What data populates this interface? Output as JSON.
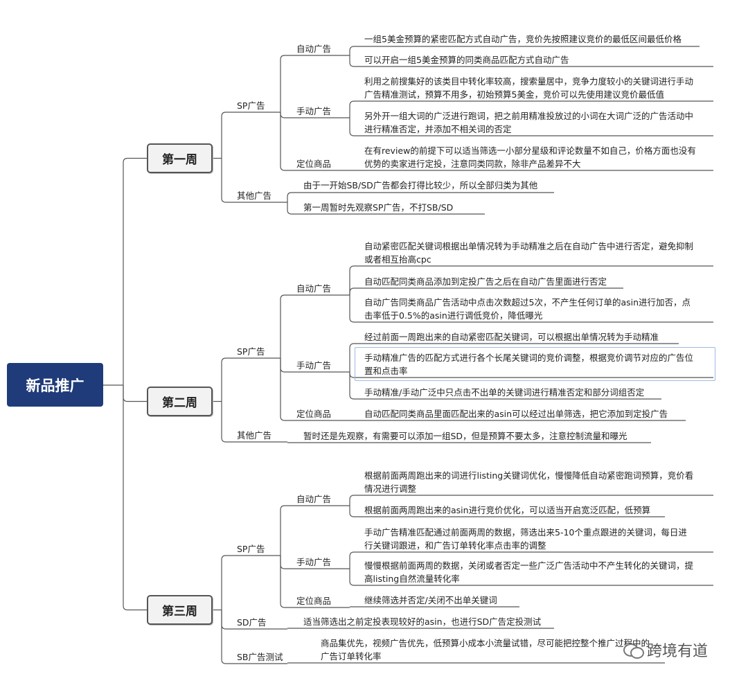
{
  "root": {
    "label": "新品推广"
  },
  "weeks": [
    {
      "label": "第一周",
      "categories": [
        {
          "label": "SP广告",
          "groups": [
            {
              "label": "自动广告",
              "items": [
                "一组5美金预算的紧密匹配方式自动广告，竞价先按照建议竞价的最低区间最低价格",
                "可以开启一组5美金预算的同类商品匹配方式自动广告"
              ]
            },
            {
              "label": "手动广告",
              "items": [
                "利用之前搜集好的该类目中转化率较高，搜索量居中，竞争力度较小的关键词进行手动\n广告精准测试，预算不用多，初始预算5美金，竞价可以先使用建议竞价最低值",
                "另外开一组大词的广泛进行跑词，把之前用精准投放过的小词在大词广泛的广告活动中\n进行精准否定，并添加不相关词的否定"
              ]
            },
            {
              "label": "定位商品",
              "items": [
                "在有review的前提下可以适当筛选一小部分星级和评论数量不如自己，价格方面也没有\n优势的卖家进行定投，注意同类同款，除非产品差异不大"
              ]
            }
          ]
        },
        {
          "label": "其他广告",
          "items": [
            "由于一开始SB/SD广告都会打得比较少，所以全部归类为其他",
            "第一周暂时先观察SP广告，不打SB/SD"
          ]
        }
      ]
    },
    {
      "label": "第二周",
      "categories": [
        {
          "label": "SP广告",
          "groups": [
            {
              "label": "自动广告",
              "items": [
                "自动紧密匹配关键词根据出单情况转为手动精准之后在自动广告中进行否定，避免抑制\n或者相互抬高cpc",
                "自动匹配同类商品添加到定投广告之后在自动广告里面进行否定",
                "自动广告同类商品广告活动中点击次数超过5次，不产生任何订单的asin进行加否，点\n击率低于0.5%的asin进行调低竞价，降低曝光"
              ]
            },
            {
              "label": "手动广告",
              "items": [
                "经过前面一周跑出来的自动紧密匹配关键词，可以根据出单情况转为手动精准",
                "手动精准广告的匹配方式进行各个长尾关键词的竞价调整，根据竞价调节对应的广告位\n置和点击率",
                "手动精准/手动广泛中只点击不出单的关键词进行精准否定和部分词组否定"
              ]
            },
            {
              "label": "定位商品",
              "items": [
                "自动匹配同类商品里面匹配出来的asin可以经过出单筛选，把它添加到定投广告"
              ]
            }
          ]
        },
        {
          "label": "其他广告",
          "items": [
            "暂时还是先观察，有需要可以添加一组SD，但是预算不要太多，注意控制流量和曝光"
          ]
        }
      ]
    },
    {
      "label": "第三周",
      "categories": [
        {
          "label": "SP广告",
          "groups": [
            {
              "label": "自动广告",
              "items": [
                "根据前面两周跑出来的词进行listing关键词优化，慢慢降低自动紧密跑词预算，竞价看\n情况进行调整",
                "根据前面两周跑出来的asin进行竞价优化，可以适当开启宽泛匹配，低预算"
              ]
            },
            {
              "label": "手动广告",
              "items": [
                "手动广告精准匹配通过前面两周的数据，筛选出来5-10个重点跟进的关键词，每日进\n行关键词跟进，和广告订单转化率点击率的调整",
                "慢慢根据前面两周的数据，关闭或者否定一些广泛广告活动中不产生转化的关键词，提\n高listing自然流量转化率"
              ]
            },
            {
              "label": "定位商品",
              "items": [
                "继续筛选并否定/关闭不出单关键词"
              ]
            }
          ]
        },
        {
          "label": "SD广告",
          "items": [
            "适当筛选出之前定投表现较好的asin，也进行SD广告定投测试"
          ]
        },
        {
          "label": "SB广告测试",
          "items": [
            "商品集优先，视频广告优先，低预算小成本小流量试错，尽可能把控整个推广过程中的\n广告订单转化率"
          ]
        }
      ]
    }
  ],
  "watermark": {
    "text": "跨境有道",
    "icon": "wechat-icon"
  },
  "colors": {
    "root_bg": "#1f3b7a",
    "line": "#555555",
    "week_bg": "#f2f2f2",
    "selection": "#9bbbe0"
  }
}
